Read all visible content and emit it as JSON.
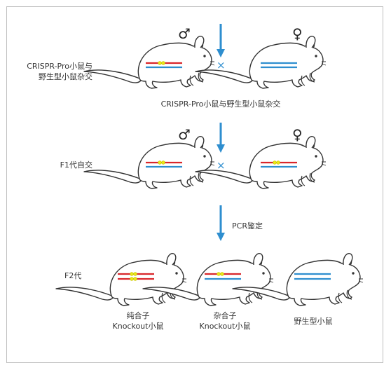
{
  "labels": {
    "gen0_line1": "CRISPR-Pro小鼠与",
    "gen0_line2": "野生型小鼠杂交",
    "cross_caption": "CRISPR-Pro小鼠与野生型小鼠杂交",
    "f1_label": "F1代自交",
    "pcr_label": "PCR鉴定",
    "f2_label": "F2代",
    "homo_line1": "纯合子",
    "homo_line2": "Knockout小鼠",
    "hetero_line1": "杂合子",
    "hetero_line2": "Knockout小鼠",
    "wild_label": "野生型小鼠"
  },
  "symbols": {
    "male": "♂",
    "female": "♀",
    "cross": "×"
  },
  "colors": {
    "arrow": "#2e8ecf",
    "cross": "#2e8ecf",
    "mutant_strand": "#d9262b",
    "wild_strand": "#2e8ecf",
    "marker": "#e8e619",
    "outline": "#333333",
    "frame": "#bfbfbf"
  }
}
